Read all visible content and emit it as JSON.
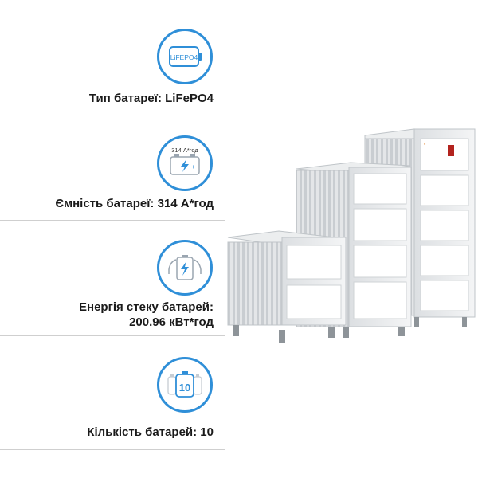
{
  "specs": [
    {
      "icon": "lifepo4-battery-icon",
      "icon_text": "LiFEPO4",
      "label_lines": [
        "Тип батареї: LiFePO4"
      ]
    },
    {
      "icon": "battery-capacity-icon",
      "icon_text": "314 А*год",
      "label_lines": [
        "Ємність батареї: 314 А*год"
      ]
    },
    {
      "icon": "battery-energy-icon",
      "icon_text": "",
      "label_lines": [
        "Енергія стеку батарей:",
        "200.96 кВт*год"
      ]
    },
    {
      "icon": "battery-count-icon",
      "icon_text": "10",
      "label_lines": [
        "Кількість батарей: 10"
      ]
    }
  ],
  "colors": {
    "accent": "#2f8fd8",
    "divider": "#cfcfcf",
    "text": "#1a1a1a"
  }
}
